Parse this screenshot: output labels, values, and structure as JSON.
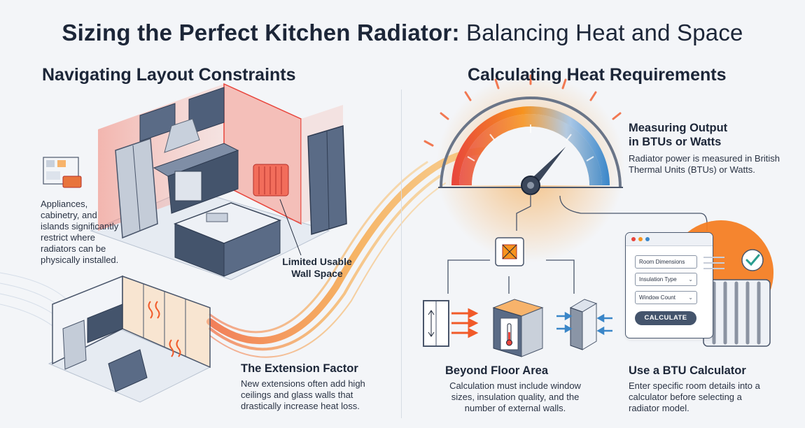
{
  "header": {
    "title_bold": "Sizing the Perfect Kitchen Radiator:",
    "title_rest": " Balancing Heat and Space"
  },
  "left": {
    "heading": "Navigating Layout Constraints",
    "appliances_text": "Appliances, cabinetry, and islands significantly restrict where radiators can be physically installed.",
    "wall_label_line1": "Limited Usable",
    "wall_label_line2": "Wall Space",
    "extension_heading": "The Extension Factor",
    "extension_text": "New extensions often add high ceilings and glass walls that drastically increase heat loss."
  },
  "right": {
    "heading": "Calculating Heat Requirements",
    "measure_heading_line1": "Measuring Output",
    "measure_heading_line2": "in BTUs or Watts",
    "measure_text": "Radiator power is measured in British Thermal Units (BTUs) or Watts.",
    "beyond_heading": "Beyond Floor Area",
    "beyond_text": "Calculation must include window sizes, insulation quality, and the number of external walls.",
    "btu_heading": "Use a BTU Calculator",
    "btu_text": "Enter specific room details into a calculator before selecting a radiator model."
  },
  "calculator": {
    "field_room": "Room Dimensions",
    "field_insulation": "Insulation Type",
    "field_window": "Window Count",
    "button_label": "CALCULATE"
  },
  "colors": {
    "heat_orange": "#f7931e",
    "heat_red": "#e8453c",
    "cool_blue": "#3a86c8",
    "dark_slate": "#44546c"
  }
}
